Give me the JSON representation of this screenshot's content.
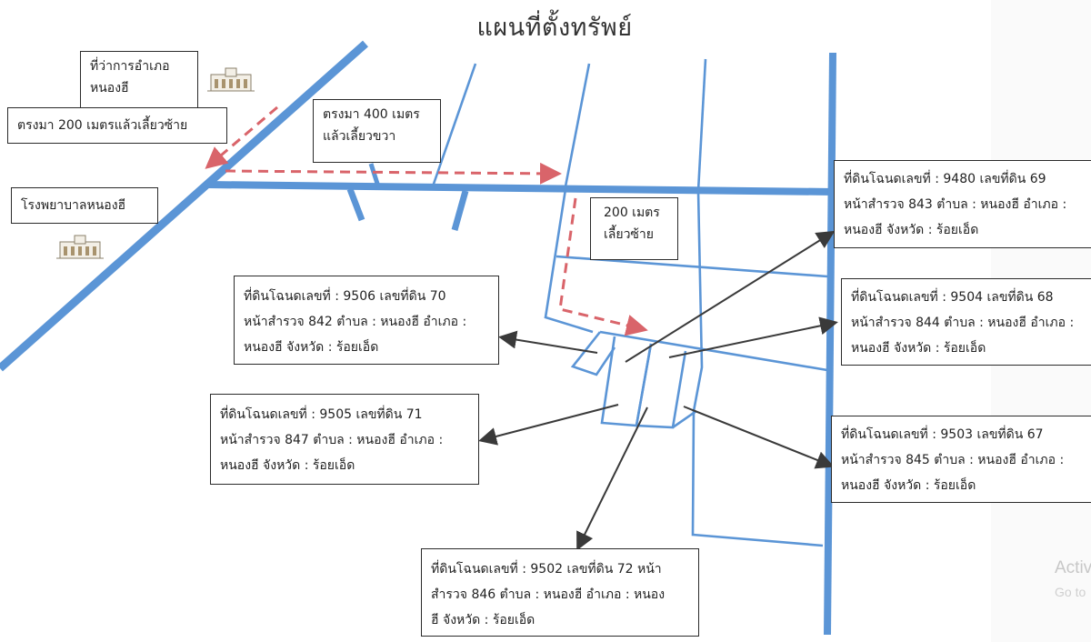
{
  "title": "แผนที่ตั้งทรัพย์",
  "colors": {
    "road": "#5b95d6",
    "route": "#d9646a",
    "pointer": "#3a3a3a",
    "border": "#2a2a2a"
  },
  "route_labels": {
    "district_office": [
      "ที่ว่าการอำเภอ",
      "หนองฮี"
    ],
    "straight_200": [
      "ตรงมา 200 เมตรแล้วเลี้ยวซ้าย"
    ],
    "straight_400": [
      "ตรงมา 400 เมตร",
      "แล้วเลี้ยวขวา"
    ],
    "hospital": [
      "โรงพยาบาลหนองฮี"
    ],
    "meter_200": [
      "200 เมตร",
      "เลี้ยวซ้าย"
    ]
  },
  "parcels": {
    "p9506": [
      "ที่ดินโฉนดเลขที่ :  9506  เลขที่ดิน  70",
      "หน้าสำรวจ 842   ตำบล : หนองฮี อำเภอ :",
      "หนองฮี   จังหวัด : ร้อยเอ็ด"
    ],
    "p9505": [
      "ที่ดินโฉนดเลขที่ :  9505  เลขที่ดิน  71",
      "หน้าสำรวจ 847   ตำบล : หนองฮี อำเภอ :",
      "หนองฮี   จังหวัด : ร้อยเอ็ด"
    ],
    "p9502": [
      "ที่ดินโฉนดเลขที่ :  9502  เลขที่ดิน 72  หน้า",
      "สำรวจ 846   ตำบล : หนองฮี อำเภอ : หนอง",
      "ฮี   จังหวัด : ร้อยเอ็ด"
    ],
    "p9480": [
      "ที่ดินโฉนดเลขที่ :  9480  เลขที่ดิน  69",
      "หน้าสำรวจ 843   ตำบล : หนองฮี อำเภอ :",
      "หนองฮี   จังหวัด : ร้อยเอ็ด"
    ],
    "p9504": [
      "ที่ดินโฉนดเลขที่ :  9504  เลขที่ดิน  68",
      "หน้าสำรวจ 844   ตำบล : หนองฮี อำเภอ :",
      "หนองฮี   จังหวัด : ร้อยเอ็ด"
    ],
    "p9503": [
      "ที่ดินโฉนดเลขที่ :  9503  เลขที่ดิน  67",
      "หน้าสำรวจ 845   ตำบล : หนองฮี อำเภอ :",
      "หนองฮี   จังหวัด : ร้อยเอ็ด"
    ]
  },
  "watermark": {
    "line1": "Activ",
    "line2": "Go to"
  },
  "icons": [
    "building-icon",
    "building-icon"
  ]
}
